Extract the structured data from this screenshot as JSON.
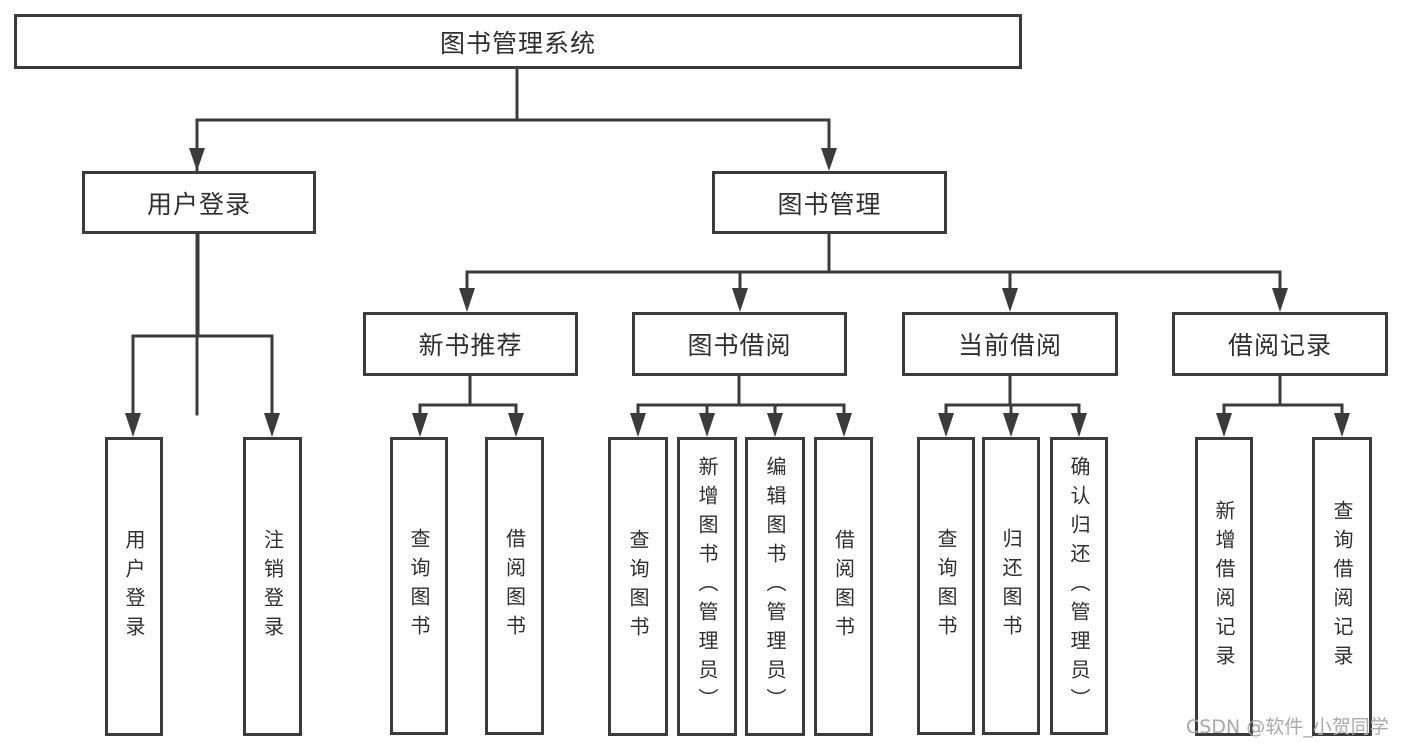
{
  "colors": {
    "line": "#3b3b3b",
    "box_border": "#3b3b3b",
    "text": "#2f2f2f",
    "background": "#ffffff",
    "watermark": "#a9a9a9"
  },
  "tree": {
    "root": {
      "label": "图书管理系统"
    },
    "level2": [
      {
        "label": "用户登录"
      },
      {
        "label": "图书管理"
      }
    ],
    "level3": [
      {
        "label": "新书推荐"
      },
      {
        "label": "图书借阅"
      },
      {
        "label": "当前借阅"
      },
      {
        "label": "借阅记录"
      }
    ],
    "leaves": {
      "user_login": [
        "用户登录",
        "注销登录"
      ],
      "new_book_rec": [
        "查询图书",
        "借阅图书"
      ],
      "book_borrow": [
        "查询图书",
        "新增图书（管理员）",
        "编辑图书（管理员）",
        "借阅图书"
      ],
      "current_borrow": [
        "查询图书",
        "归还图书",
        "确认归还（管理员）"
      ],
      "borrow_records": [
        "新增借阅记录",
        "查询借阅记录"
      ]
    }
  },
  "watermark": {
    "text": "CSDN @软件_小贺同学"
  }
}
